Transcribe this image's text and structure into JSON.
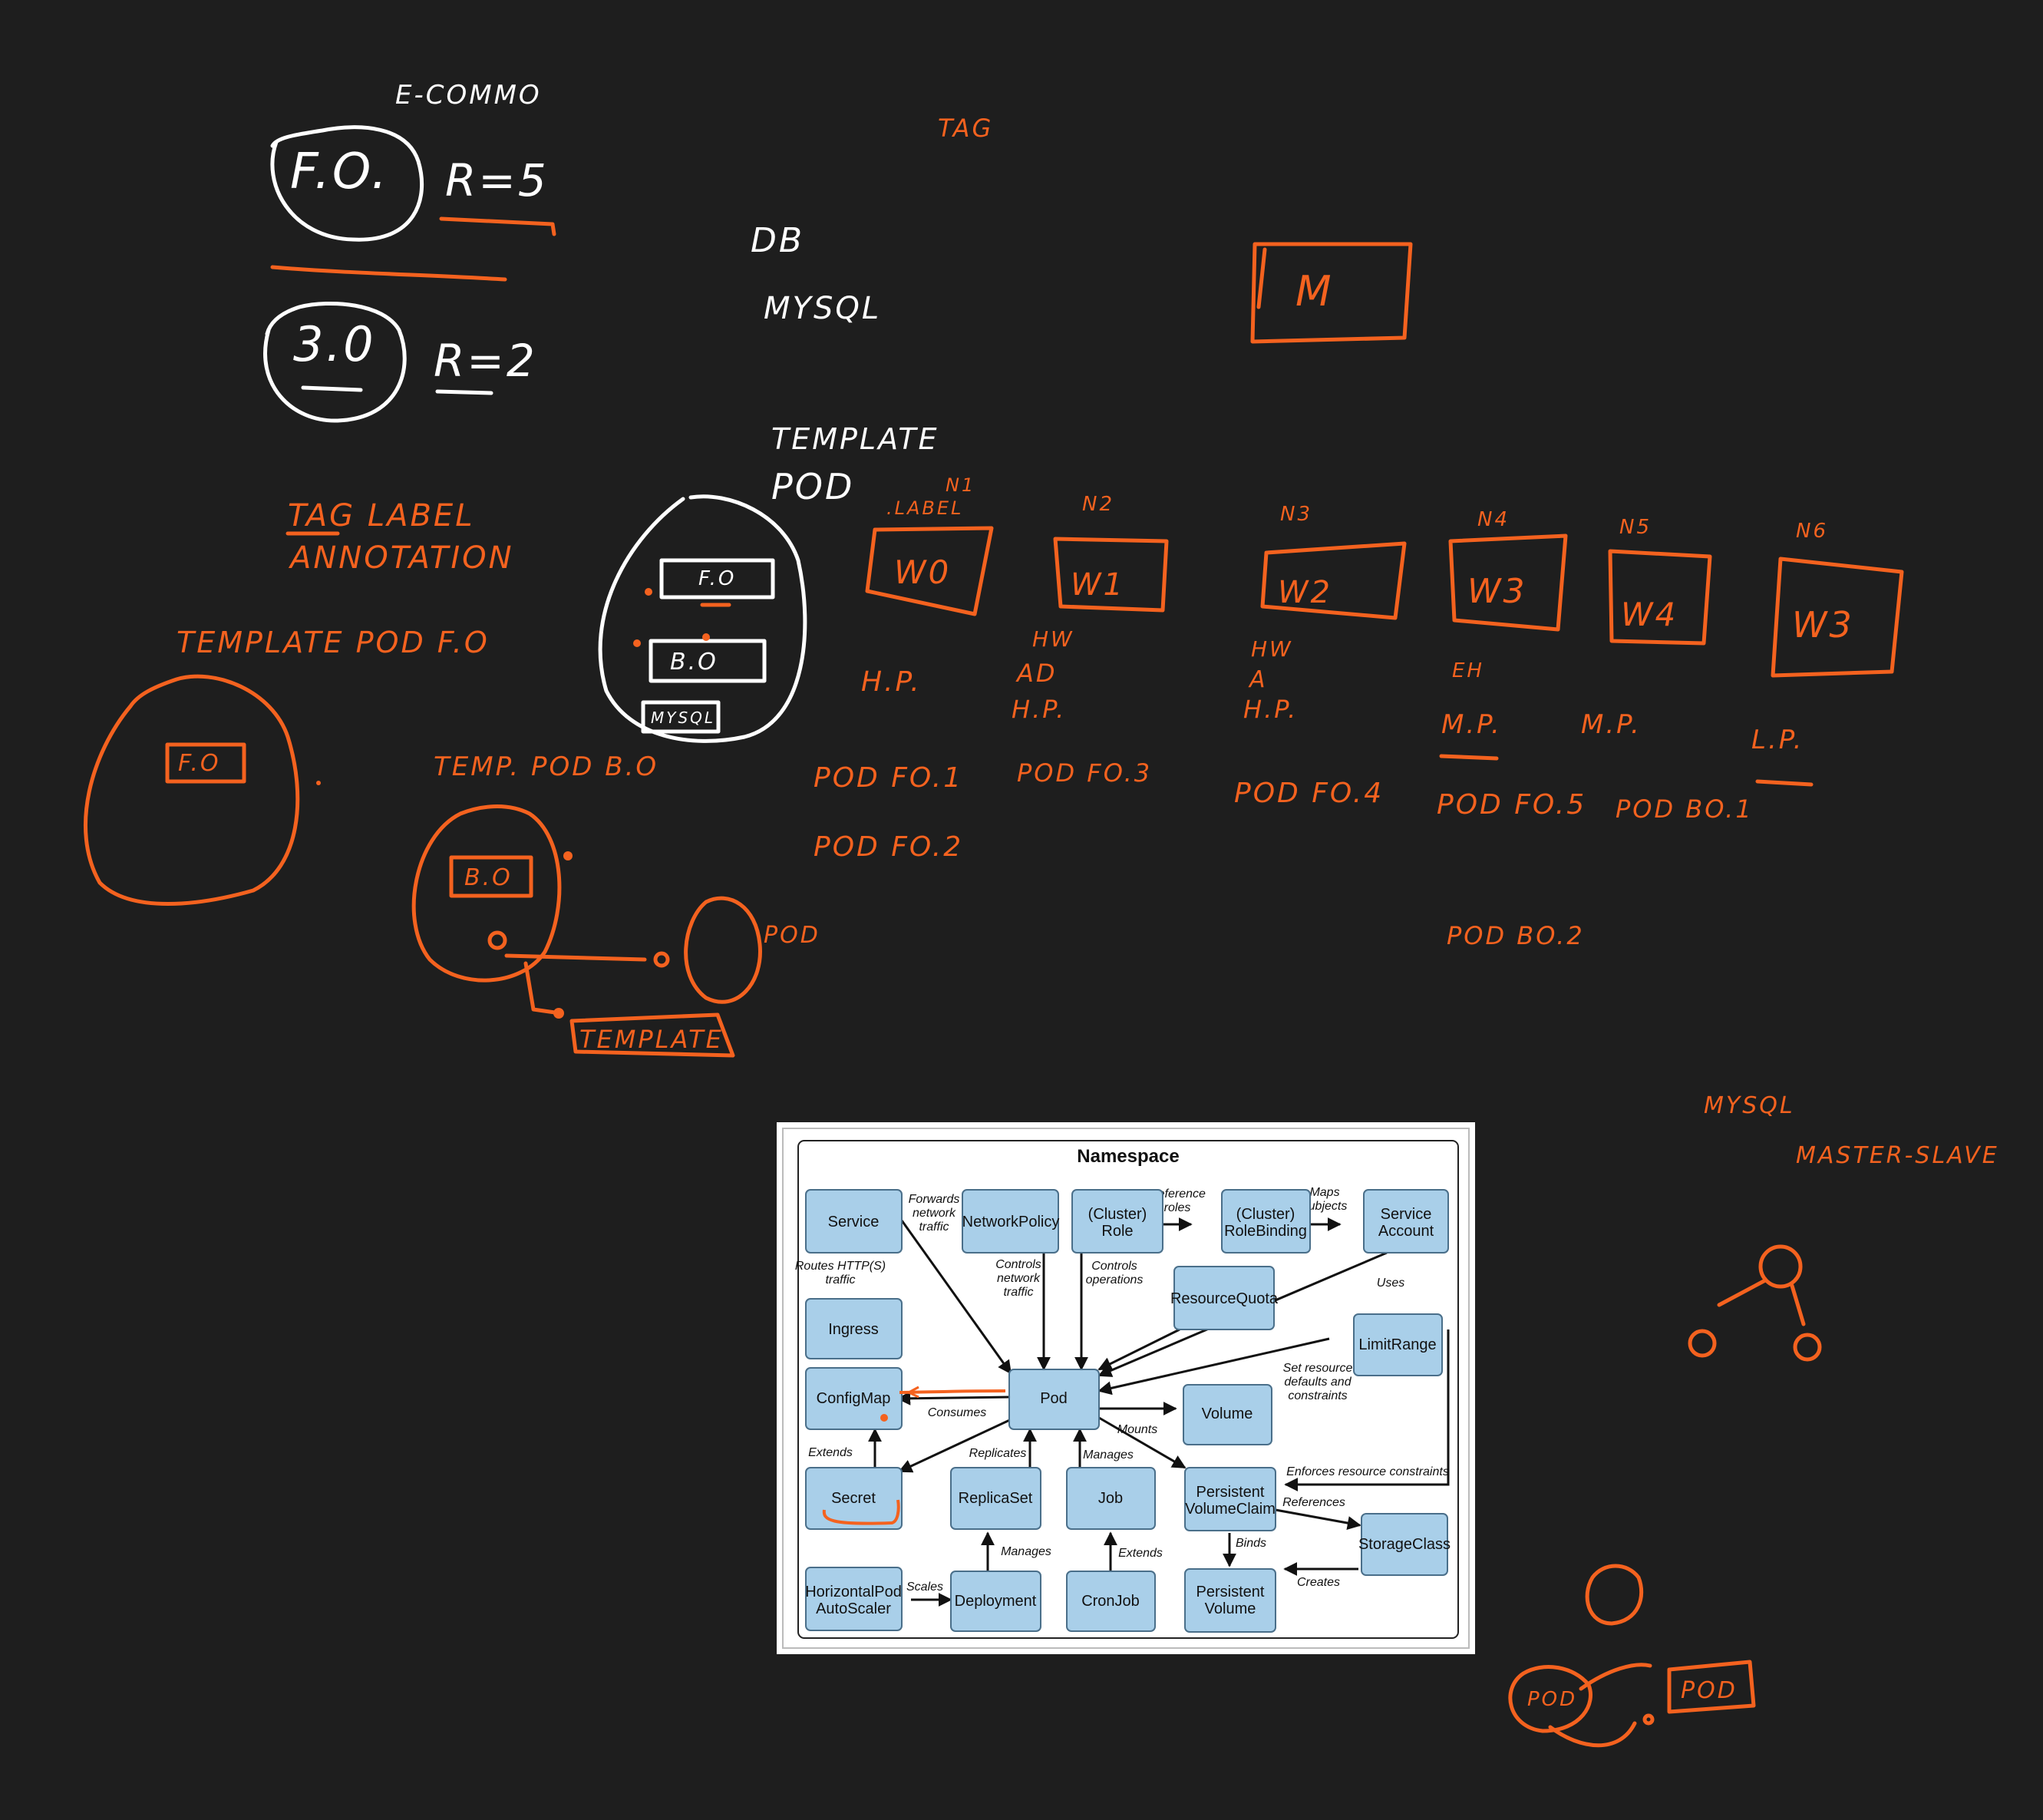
{
  "sketch": {
    "colors": {
      "background": "#1e1e1e",
      "ink_orange": "#f4621f",
      "ink_white": "#ffffff"
    },
    "white_notes": {
      "header": "E-COMMO",
      "version1": "F.O.",
      "replicas1": "R=5",
      "version2": "3.0",
      "replicas2": "R=2",
      "db": "DB",
      "mysql": "MYSQL",
      "template_pod": [
        "TEMPLATE",
        "POD"
      ],
      "pod_slots": [
        "F.O",
        "B.O",
        "MYSQL"
      ]
    },
    "orange_notes": {
      "tag": "TAG",
      "m_box": "M",
      "tag_label_annotation": [
        "TAG LABEL",
        "ANNOTATION"
      ],
      "template_pod_fo": "TEMPLATE POD F.O",
      "temp_pod_bo": "TEMP. POD B.O",
      "pod_label": "POD",
      "template_box": "TEMPLATE",
      "fo_box": "F.O",
      "bo_box": "B.O",
      "mysql_master_slave": [
        "MYSQL",
        "MASTER-SLAVE"
      ],
      "pod_bubble": "POD",
      "pod_box": "POD"
    },
    "workers": [
      {
        "num": "N1",
        "extra": ".LABEL",
        "label": "W0",
        "tags": [
          "H.P."
        ],
        "pods": [
          "POD FO.1",
          "POD FO.2"
        ]
      },
      {
        "num": "N2",
        "extra": "",
        "label": "W1",
        "tags": [
          "HW",
          "AD",
          "H.P."
        ],
        "pods": [
          "POD FO.3"
        ]
      },
      {
        "num": "N3",
        "extra": "",
        "label": "W2",
        "tags": [
          "HW",
          "A",
          "H.P."
        ],
        "pods": [
          "POD FO.4"
        ]
      },
      {
        "num": "N4",
        "extra": "",
        "label": "W3",
        "tags": [
          "EH",
          "M.P."
        ],
        "pods": [
          "POD FO.5",
          "POD BO.2"
        ]
      },
      {
        "num": "N5",
        "extra": "",
        "label": "W4",
        "tags": [
          "M.P."
        ],
        "pods": [
          "POD BO.1"
        ]
      },
      {
        "num": "N6",
        "extra": "",
        "label": "W3",
        "tags": [
          "L.P."
        ],
        "pods": []
      }
    ]
  },
  "figure": {
    "title": "Namespace",
    "nodes": {
      "service": "Service",
      "networkpolicy": "NetworkPolicy",
      "clusterrole": "(Cluster)\nRole",
      "rolebinding": "(Cluster)\nRoleBinding",
      "serviceaccount": "Service\nAccount",
      "resourcequota": "ResourceQuota",
      "ingress": "Ingress",
      "limitrange": "LimitRange",
      "configmap": "ConfigMap",
      "pod": "Pod",
      "volume": "Volume",
      "secret": "Secret",
      "replicaset": "ReplicaSet",
      "job": "Job",
      "pvc": "Persistent\nVolumeClaim",
      "storageclass": "StorageClass",
      "hpa": "HorizontalPod\nAutoScaler",
      "deployment": "Deployment",
      "cronjob": "CronJob",
      "pv": "Persistent\nVolume"
    },
    "edge_labels": {
      "forwards": "Forwards\nnetwork\ntraffic",
      "routes": "Routes HTTP(S)\ntraffic",
      "controls_net": "Controls\nnetwork\ntraffic",
      "controls_ops": "Controls\noperations",
      "reference_roles": "Reference\nroles",
      "maps_subjects": "Maps\nsubjects",
      "uses": "Uses",
      "set_defaults": "Set resource\ndefaults and\nconstraints",
      "consumes": "Consumes",
      "mounts": "Mounts",
      "extends1": "Extends",
      "replicates": "Replicates",
      "manages1": "Manages",
      "enforces": "Enforces resource constraints",
      "references": "References",
      "binds": "Binds",
      "scales": "Scales",
      "manages2": "Manages",
      "extends2": "Extends",
      "creates": "Creates"
    }
  }
}
